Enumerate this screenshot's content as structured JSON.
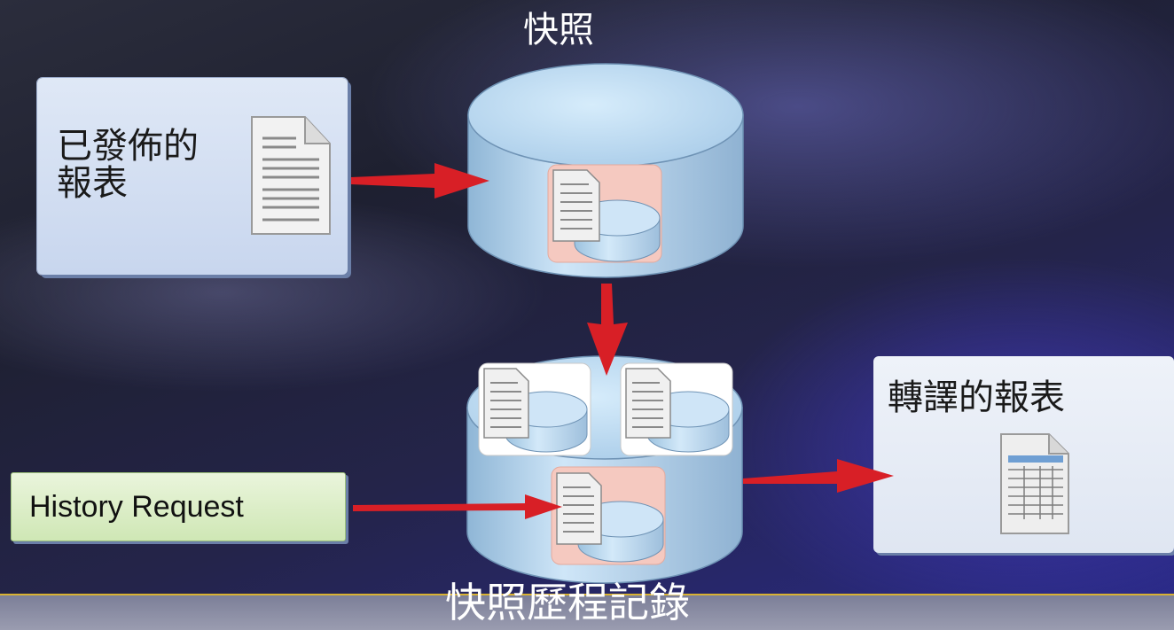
{
  "labels": {
    "snapshot": "快照",
    "snapshot_history": "快照歷程記錄",
    "published_report": "已發佈的\n報表",
    "rendered_report": "轉譯的報表",
    "history_request": "History Request"
  },
  "colors": {
    "arrow": "#d81f26",
    "cylinder": "#b9daf3",
    "accent_line": "#d9b233"
  }
}
